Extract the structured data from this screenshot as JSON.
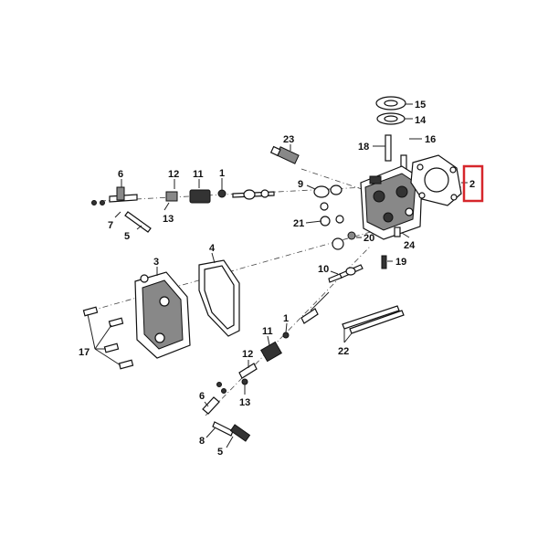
{
  "diagram": {
    "highlight_color": "#d6262b",
    "highlighted_label": "2",
    "labels": {
      "l15": "15",
      "l14": "14",
      "l16": "16",
      "l18": "18",
      "l23": "23",
      "l2": "2",
      "l6a": "6",
      "l12a": "12",
      "l11a": "11",
      "l1a": "1",
      "l9": "9",
      "l7": "7",
      "l13a": "13",
      "l5a": "5",
      "l21": "21",
      "l20": "20",
      "l24": "24",
      "l19": "19",
      "l3": "3",
      "l4": "4",
      "l10": "10",
      "l17": "17",
      "l11b": "11",
      "l1b": "1",
      "l22": "22",
      "l12b": "12",
      "l13b": "13",
      "l6b": "6",
      "l8": "8",
      "l5b": "5"
    }
  }
}
